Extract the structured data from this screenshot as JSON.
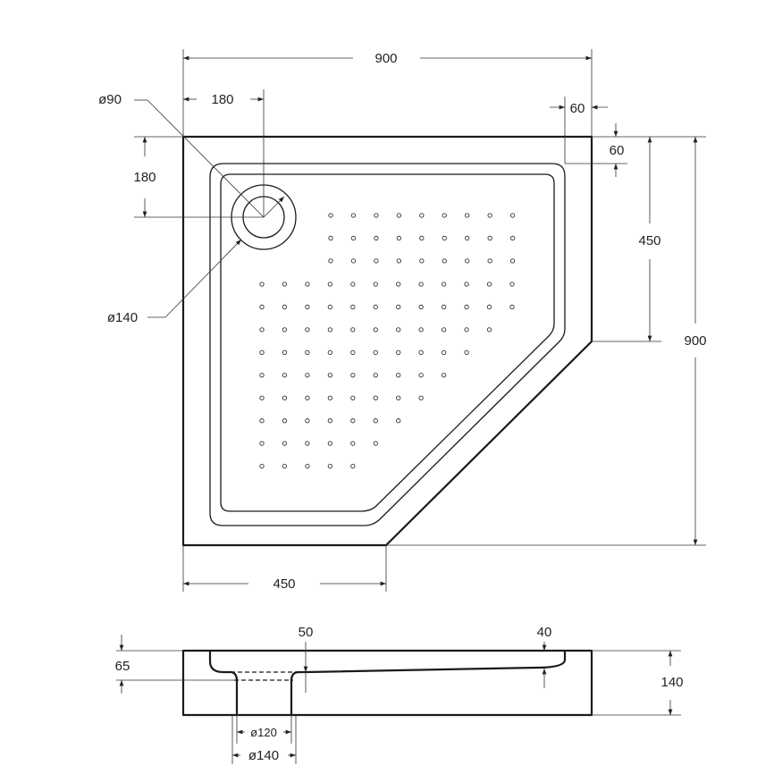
{
  "top_view": {
    "dim_width": "900",
    "dim_depth": "900",
    "dim_drain_x": "180",
    "dim_drain_y": "180",
    "dim_rim_right": "60",
    "dim_rim_top": "60",
    "dim_side_right": "450",
    "dim_side_bottom": "450",
    "drain_inner_diameter": "ø90",
    "drain_outer_diameter": "ø140"
  },
  "side_view": {
    "dim_drain_depth": "65",
    "dim_bottom_thickness_left": "50",
    "dim_bottom_thickness_right": "40",
    "dim_height": "140",
    "dim_outlet_inner": "ø120",
    "dim_outlet_outer": "ø140"
  },
  "colors": {
    "line": "#1a1a1a",
    "text": "#222222"
  }
}
